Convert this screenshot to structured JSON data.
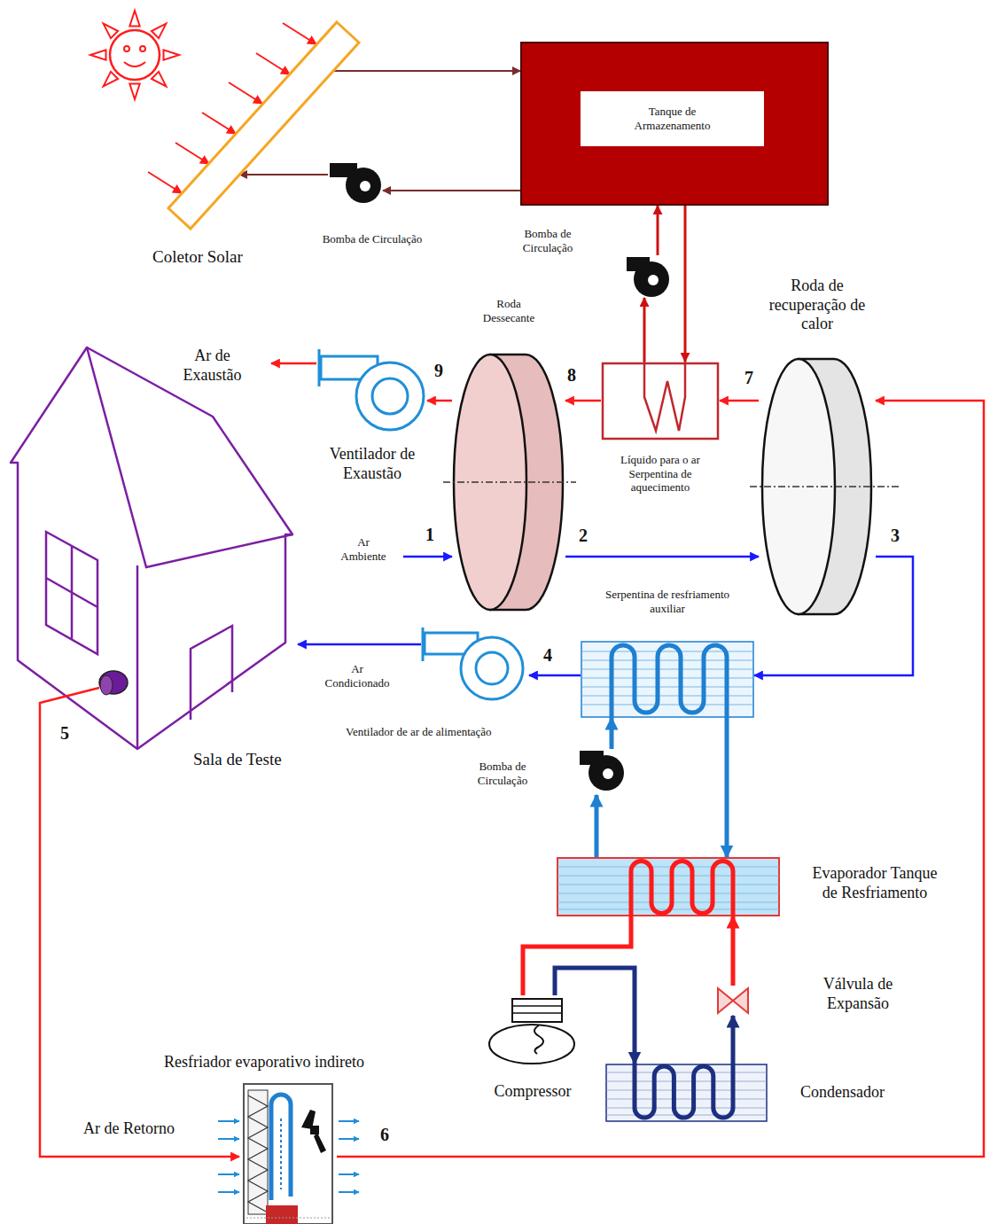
{
  "diagram": {
    "nodes": [
      {
        "text": [
          "Coletor Solar"
        ]
      },
      {
        "text": [
          "Tanque de Armazenamento"
        ]
      },
      {
        "text": [
          "Bomba de Circulação"
        ]
      },
      {
        "text": [
          "Bomba de Circulação"
        ]
      },
      {
        "text": [
          "Roda Dessecante"
        ]
      },
      {
        "text": [
          "Líquido para o ar Serpentina de aquecimento"
        ]
      },
      {
        "text": [
          "Roda de recuperação de calor"
        ]
      },
      {
        "text": [
          "Ventilador de Exaustão"
        ]
      },
      {
        "text": [
          "Sala de Teste"
        ]
      },
      {
        "text": [
          "Serpentina de resfriamento auxiliar"
        ]
      },
      {
        "text": [
          "Ventilador de ar de alimentação"
        ]
      },
      {
        "text": [
          "Bomba de Circulação"
        ]
      },
      {
        "text": [
          "Evaporador Tanque de Resfriamento"
        ]
      },
      {
        "text": [
          "Válvula de Expansão"
        ]
      },
      {
        "text": [
          "Compressor"
        ]
      },
      {
        "text": [
          "Condensador"
        ]
      },
      {
        "text": [
          "Resfriador evaporativo indireto"
        ]
      }
    ],
    "edges": [
      {
        "from": 0,
        "to": 1,
        "arrow": "to"
      },
      {
        "from": 1,
        "to": 2,
        "arrow": "to"
      },
      {
        "from": 2,
        "to": 0,
        "arrow": "to"
      },
      {
        "from": 1,
        "to": 5,
        "arrow": "to"
      },
      {
        "from": 5,
        "to": 3,
        "arrow": "to"
      },
      {
        "from": 3,
        "to": 1,
        "arrow": "to"
      },
      {
        "from": 6,
        "to": 5,
        "label": "7",
        "arrow": "to"
      },
      {
        "from": 5,
        "to": 4,
        "label": "8",
        "arrow": "to"
      },
      {
        "from": 4,
        "to": 7,
        "label": "9",
        "arrow": "to"
      },
      {
        "from": 4,
        "to": 6,
        "label": "2",
        "arrow": "to"
      },
      {
        "from": 6,
        "to": 9,
        "label": "3",
        "arrow": "to"
      },
      {
        "from": 9,
        "to": 10,
        "label": "4",
        "arrow": "to"
      },
      {
        "from": 10,
        "to": 8,
        "label": "Ar Condicionado",
        "arrow": "to"
      },
      {
        "from": 8,
        "to": 16,
        "label": "5",
        "arrow": "to"
      },
      {
        "from": 16,
        "to": 6,
        "label": "6",
        "arrow": "to"
      },
      {
        "from": 9,
        "to": 12,
        "arrow": "to"
      },
      {
        "from": 12,
        "to": 11,
        "arrow": "to"
      },
      {
        "from": 11,
        "to": 9,
        "arrow": "to"
      },
      {
        "from": 12,
        "to": 14,
        "arrow": "none"
      },
      {
        "from": 14,
        "to": 15,
        "arrow": "to"
      },
      {
        "from": 15,
        "to": 13,
        "arrow": "to"
      },
      {
        "from": 13,
        "to": 12,
        "arrow": "to"
      }
    ],
    "labels": [
      "Ar de Exaustão",
      "Ar Ambiente",
      "1",
      "Ar de Retorno"
    ]
  }
}
